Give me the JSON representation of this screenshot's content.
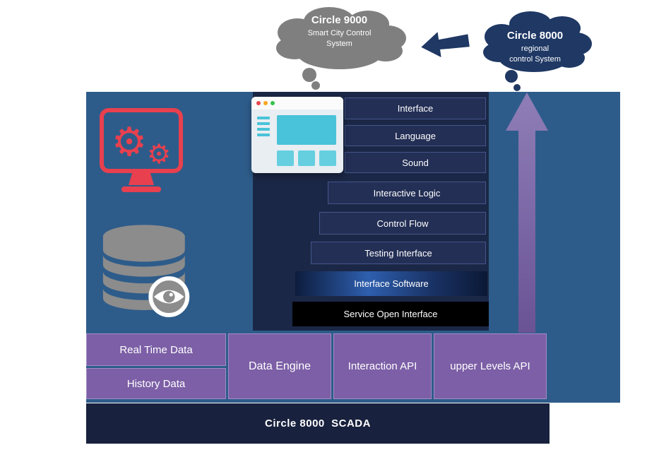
{
  "diagram": {
    "clouds": {
      "gray": {
        "title": "Circle 9000",
        "subtitle": "Smart City Control\nSystem",
        "color": "#7f7f7f"
      },
      "navy": {
        "title": "Circle 8000",
        "subtitle": "regional\ncontrol System",
        "color": "#1f3864"
      }
    },
    "stack": {
      "boxes": [
        {
          "label": "Interface"
        },
        {
          "label": "Language"
        },
        {
          "label": "Sound"
        },
        {
          "label": "Interactive Logic"
        },
        {
          "label": "Control Flow"
        },
        {
          "label": "Testing Interface"
        },
        {
          "label": "Interface Software"
        },
        {
          "label": "Service Open Interface"
        }
      ]
    },
    "data_row": {
      "boxes": [
        {
          "label": "Real Time Data"
        },
        {
          "label": "History Data"
        },
        {
          "label": "Data Engine"
        },
        {
          "label": "Interaction API"
        },
        {
          "label": "upper Levels API"
        }
      ]
    },
    "footer": {
      "label": "Circle 8000  SCADA"
    },
    "icons": [
      {
        "name": "monitor-gears-icon",
        "color": "#e8404e"
      },
      {
        "name": "database-eye-icon",
        "color": "#8c8c8c"
      },
      {
        "name": "browser-window-icon",
        "accent": "#49c3d9",
        "dots": [
          "#e5484d",
          "#f6a821",
          "#37c24f"
        ]
      },
      {
        "name": "up-arrow-icon",
        "color": "#7b68a4"
      },
      {
        "name": "left-arrow-icon",
        "color": "#1f3864"
      }
    ],
    "colors": {
      "panel": "#2e5c8a",
      "stack_container": "#1b2746",
      "stack_box": "#232f55",
      "interface_software_gradient": [
        "#0d1c3e",
        "#2e5fae",
        "#0b1835"
      ],
      "service_open_interface": "#000000",
      "data_box": "#7c5fa6",
      "footer": "#18213d"
    }
  }
}
